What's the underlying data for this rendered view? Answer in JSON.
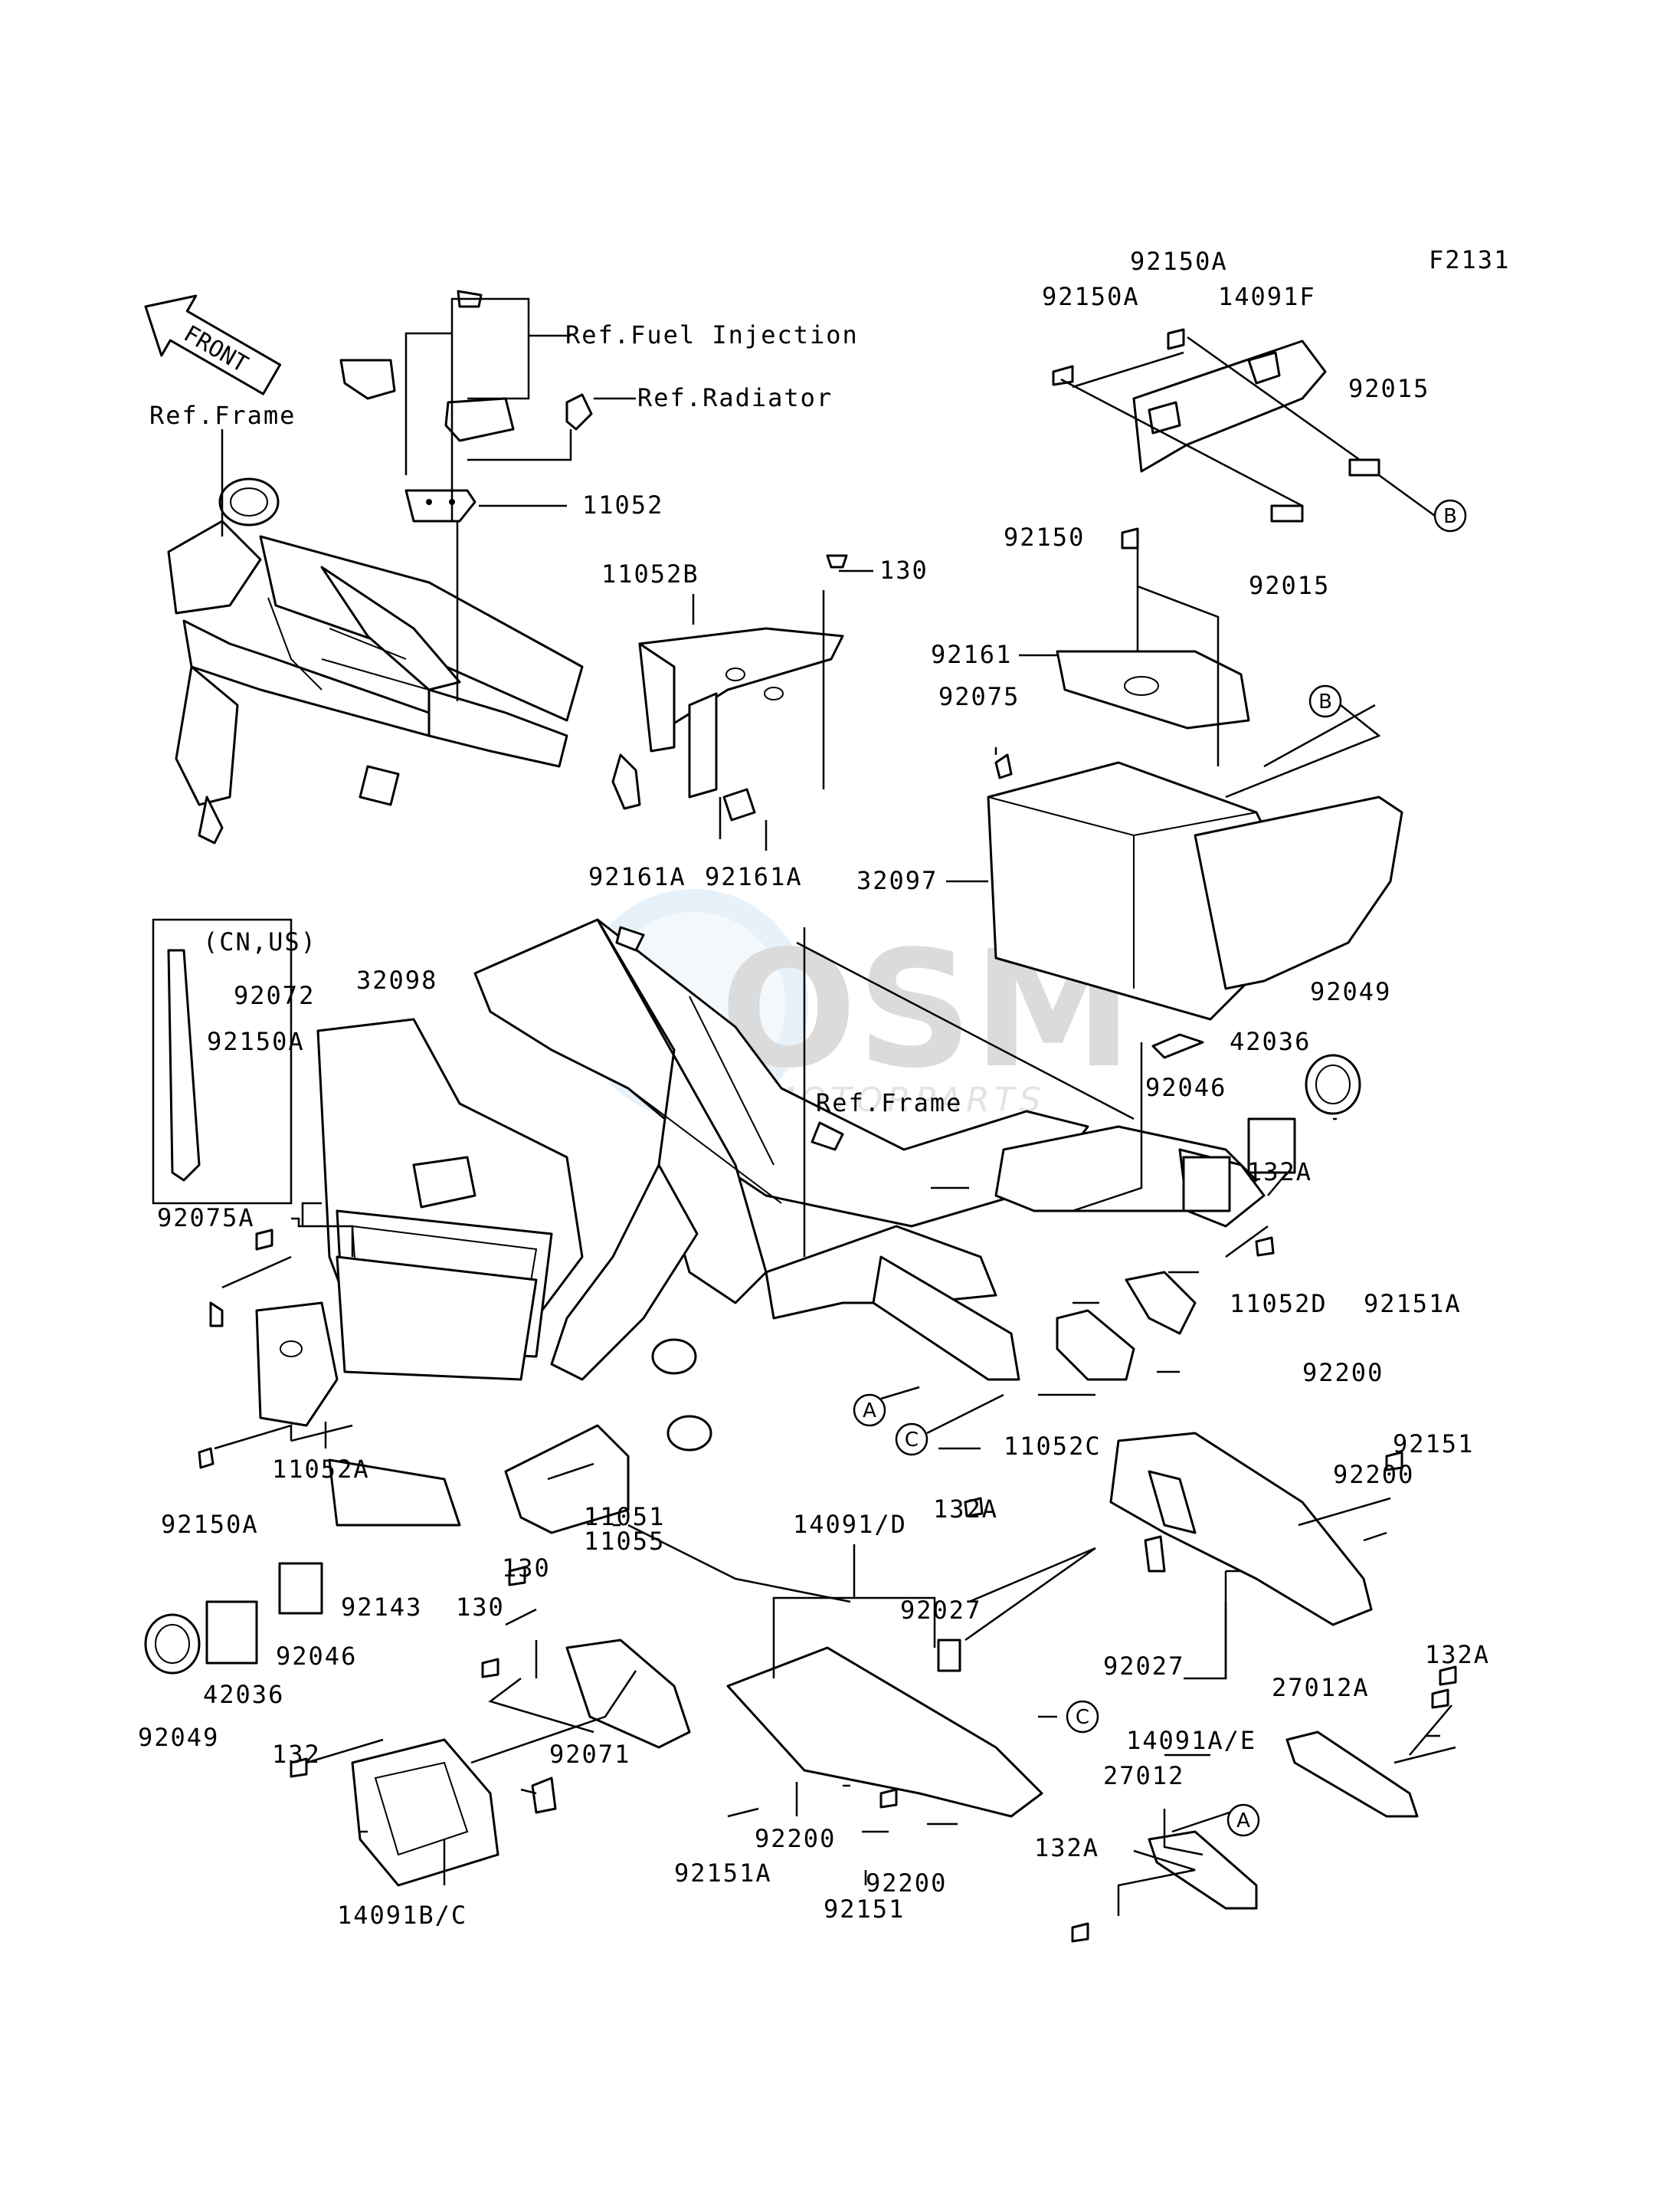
{
  "figure_code": "F2131",
  "front_arrow": "FRONT",
  "watermark": {
    "primary": "OSM",
    "secondary": "MOTORPARTS"
  },
  "refs": {
    "fuel_injection": "Ref.Fuel Injection",
    "radiator": "Ref.Radiator",
    "frame_top": "Ref.Frame",
    "frame_mid": "Ref.Frame"
  },
  "region_note": "(CN,US)",
  "callouts": {
    "A": "A",
    "B": "B",
    "C": "C"
  },
  "parts": {
    "p11052": "11052",
    "p11052B": "11052B",
    "p130_top": "130",
    "p92150A_a": "92150A",
    "p92150A_b": "92150A",
    "p14091F": "14091F",
    "p92015_a": "92015",
    "p92015_b": "92015",
    "p92150": "92150",
    "p92161": "92161",
    "p92075": "92075",
    "p32097": "32097",
    "p92161A_a": "92161A",
    "p92161A_b": "92161A",
    "p92072": "92072",
    "p32098": "32098",
    "p92150A_c": "92150A",
    "p92049_r": "92049",
    "p42036_r": "42036",
    "p92046_r": "92046",
    "p132A_a": "132A",
    "p92075A": "92075A",
    "p11052D": "11052D",
    "p92151A_r": "92151A",
    "p92200_a": "92200",
    "p92151_r": "92151",
    "p92200_b": "92200",
    "p11052C": "11052C",
    "p132A_b": "132A",
    "p11052A": "11052A",
    "p92150A_d": "92150A",
    "p11051": "11051",
    "p11055": "11055",
    "p14091D": "14091/D",
    "p92143": "92143",
    "p130_a": "130",
    "p130_b": "130",
    "p92027_a": "92027",
    "p92027_b": "92027",
    "p92046_l": "92046",
    "p42036_l": "42036",
    "p92049_l": "92049",
    "p132A_c": "132A",
    "p14091AE": "14091A/E",
    "p27012A": "27012A",
    "p27012": "27012",
    "p92071": "92071",
    "p132": "132",
    "p92200_c": "92200",
    "p92151A_b": "92151A",
    "p92200_d": "92200",
    "p92151_b": "92151",
    "p132A_d": "132A",
    "p14091BC": "14091B/C"
  }
}
